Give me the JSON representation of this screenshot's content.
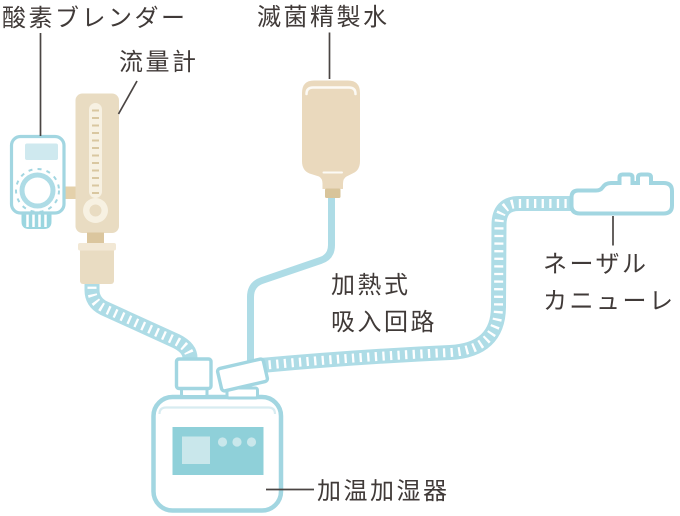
{
  "diagram": {
    "type": "medical-equipment-schematic",
    "labels": {
      "oxygen_blender": "酸素ブレンダー",
      "flow_meter": "流量計",
      "sterile_water": "滅菌精製水",
      "heated_circuit": {
        "line1": "加熱式",
        "line2": "吸入回路"
      },
      "nasal_cannula": {
        "line1": "ネーザル",
        "line2": "カニューレ"
      },
      "humidifier": "加温加湿器"
    },
    "colors": {
      "background": "#ffffff",
      "outline_blue": "#a2d6e1",
      "tube_blue": "#aedce6",
      "tube_corrugation": "#ffffff",
      "panel_teal": "#8fd0d9",
      "panel_light_teal": "#c9e7eb",
      "blender_display_blue": "#cfe9ef",
      "blender_base_blue": "#9bd6e0",
      "beige": "#e9dcc2",
      "beige_light": "#f7f1e2",
      "beige_dark": "#dbc69e",
      "bottle_beige": "#ead9bd",
      "bottle_cap": "#d8c49a",
      "label_text": "#403a38",
      "leader_line": "#4a4543"
    }
  }
}
